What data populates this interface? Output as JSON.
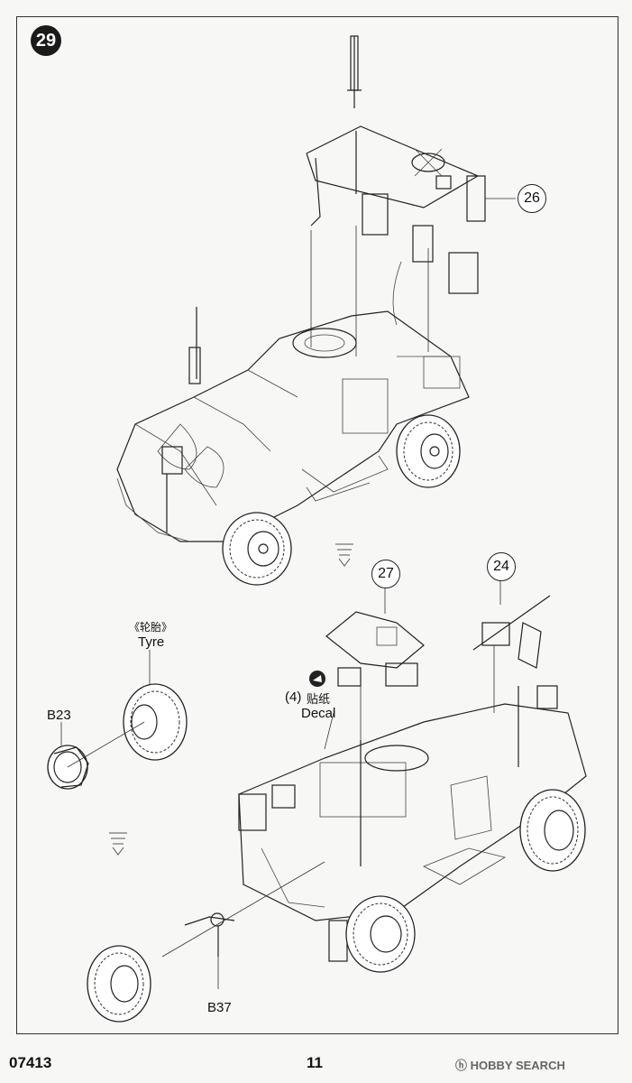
{
  "step": {
    "number": "29"
  },
  "callouts": [
    "26",
    "27",
    "24"
  ],
  "labels": {
    "tyre_cn": "《轮胎》",
    "tyre_en": "Tyre",
    "b23": "B23",
    "b37": "B37",
    "decal_num": "(4)",
    "decal_cn": "贴纸",
    "decal_en": "Decal"
  },
  "footer": {
    "code": "07413",
    "page": "11",
    "watermark": "HOBBY SEARCH"
  }
}
